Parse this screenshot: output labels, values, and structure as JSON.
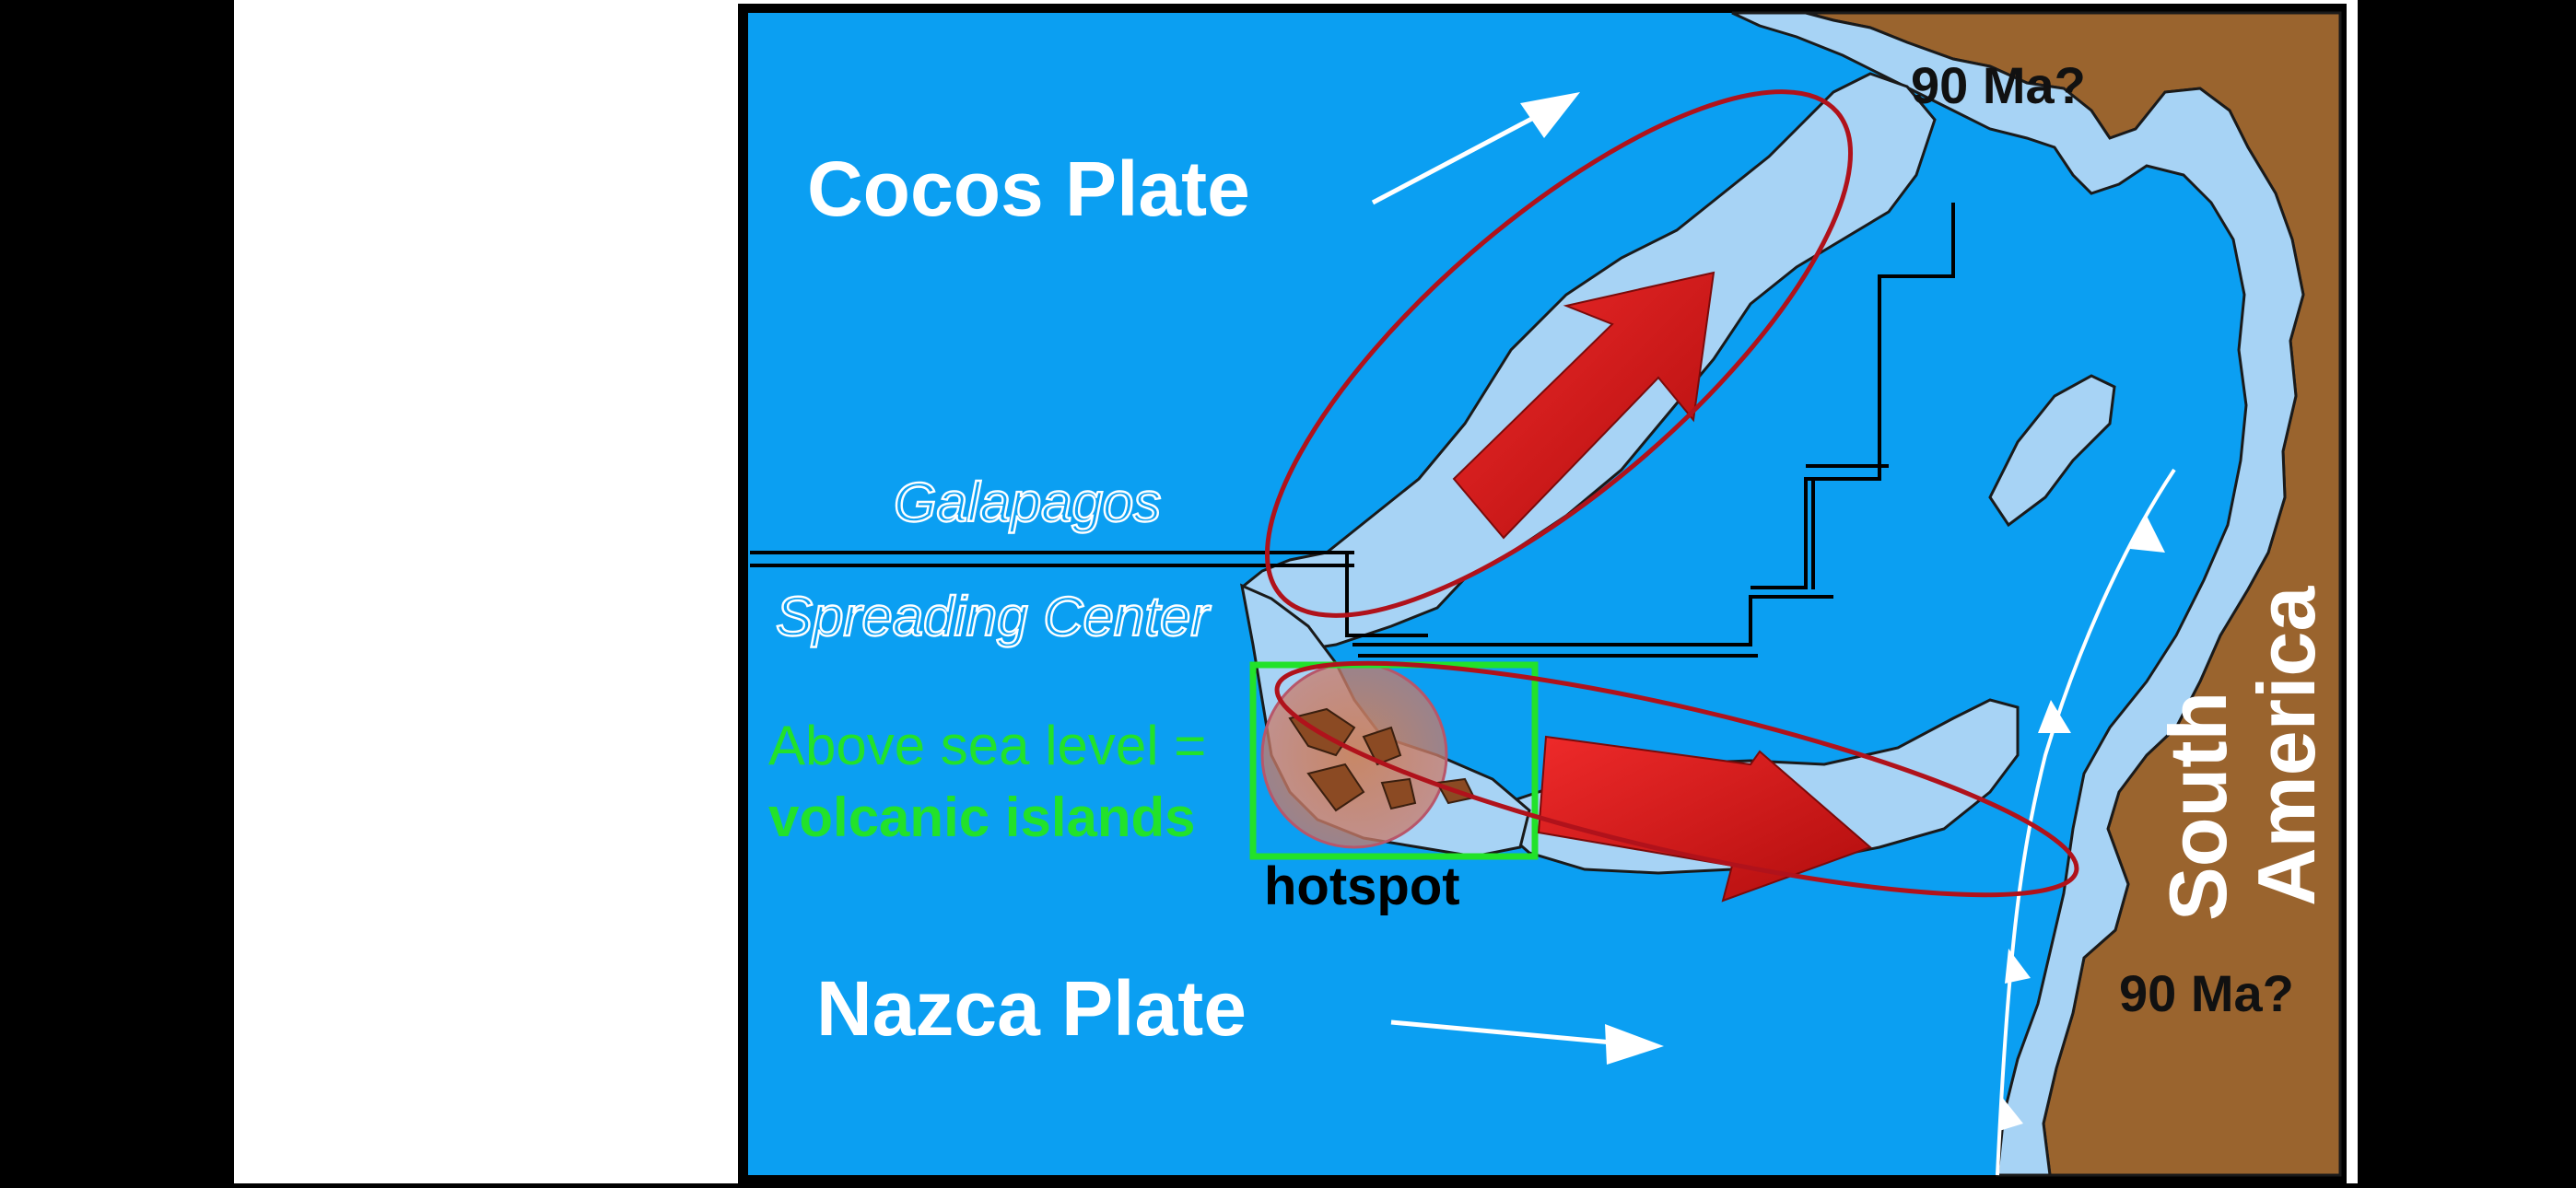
{
  "labels": {
    "cocos_plate": "Cocos Plate",
    "nazca_plate": "Nazca Plate",
    "galapagos": "Galapagos",
    "spreading_center": "Spreading Center",
    "south": "South",
    "america": "America",
    "age_top": "90 Ma?",
    "age_bottom": "90 Ma?",
    "hotspot": "hotspot",
    "above_sea_level": "Above sea level =",
    "volcanic_islands": "volcanic islands"
  },
  "colors": {
    "ocean": "#0b9ff2",
    "shallow_ridge": "#a7d3f5",
    "continent": "#9a642e",
    "red_arrow": "#d31515",
    "ellipse": "#b0121b",
    "annotation_green": "#22e22a",
    "frame": "#000000"
  },
  "icons": {
    "plate_motion_arrow": "white-arrow-icon",
    "hotspot_marker": "hotspot-circle-icon",
    "track_arrow": "red-arrow-icon"
  }
}
